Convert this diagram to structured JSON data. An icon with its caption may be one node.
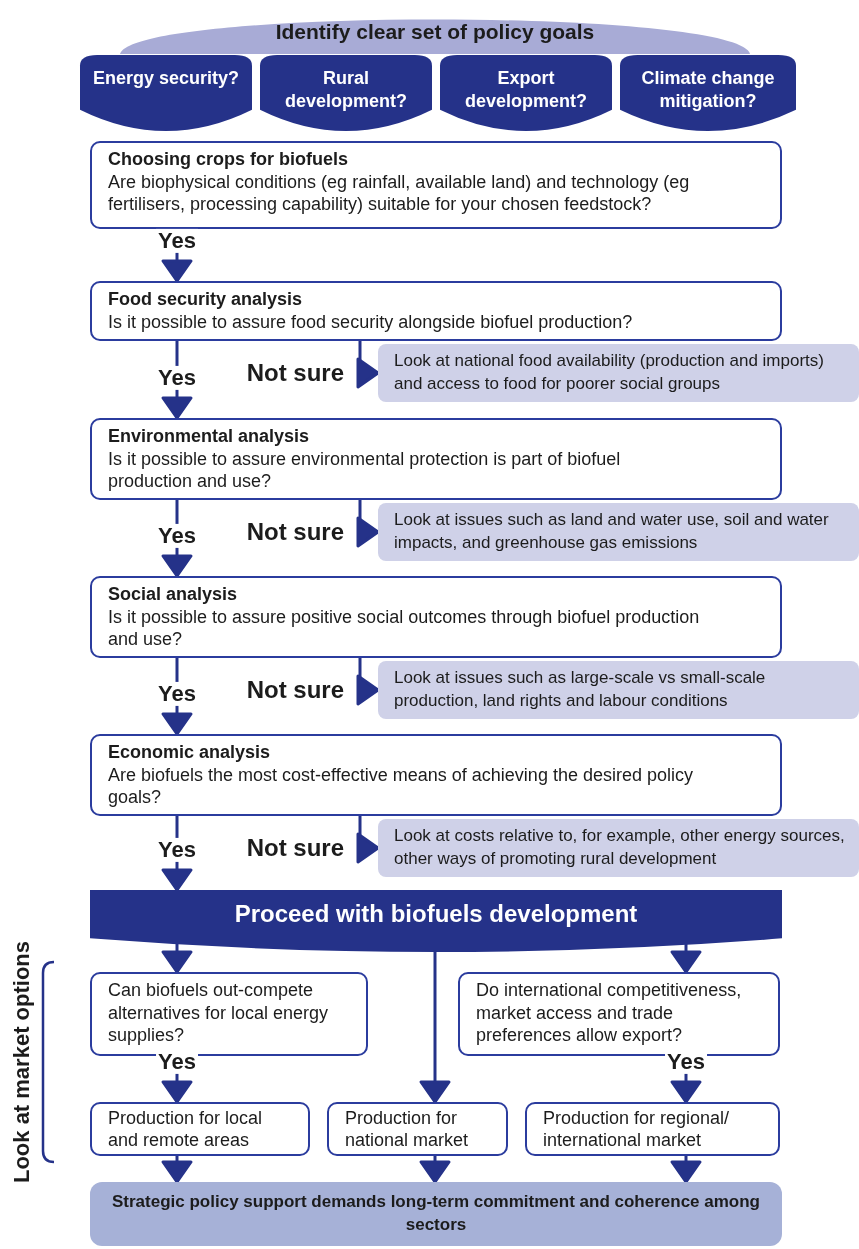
{
  "diagram": {
    "nodes": [
      {
        "text": [
          "Identify clear set of policy goals"
        ]
      },
      {
        "text": [
          "Energy security?"
        ]
      },
      {
        "text": [
          "Rural development?"
        ]
      },
      {
        "text": [
          "Export development?"
        ]
      },
      {
        "text": [
          "Climate change mitigation?"
        ]
      },
      {
        "text": [
          "Choosing crops for biofuels",
          "Are biophysical conditions (eg rainfall, available land) and technology (eg fertilisers, processing capability) suitable for your chosen feedstock?"
        ]
      },
      {
        "text": [
          "Food security analysis",
          "Is it possible to assure food security alongside biofuel production?"
        ]
      },
      {
        "text": [
          "Look at national food availability (production and imports) and access to food for poorer social groups"
        ]
      },
      {
        "text": [
          "Environmental analysis",
          "Is it possible to assure environmental protection is part of biofuel production and use?"
        ]
      },
      {
        "text": [
          "Look at issues such as land and water use, soil and water impacts, and greenhouse gas emissions"
        ]
      },
      {
        "text": [
          "Social analysis",
          "Is it possible to assure positive social outcomes through biofuel production and use?"
        ]
      },
      {
        "text": [
          "Look at issues such as large-scale vs small-scale production, land rights and labour conditions"
        ]
      },
      {
        "text": [
          "Economic analysis",
          "Are biofuels the most cost-effective means of achieving the desired policy goals?"
        ]
      },
      {
        "text": [
          "Look at costs relative to, for example, other energy sources, other ways of promoting rural development"
        ]
      },
      {
        "text": [
          "Proceed with biofuels development"
        ]
      },
      {
        "text": [
          "Can biofuels out-compete alternatives for local energy supplies?"
        ]
      },
      {
        "text": [
          "Do international competitiveness, market access and trade preferences allow export?"
        ]
      },
      {
        "text": [
          "Production for local and remote areas"
        ]
      },
      {
        "text": [
          "Production for national market"
        ]
      },
      {
        "text": [
          "Production for regional/ international market"
        ]
      },
      {
        "text": [
          "Strategic policy support demands long-term commitment and coherence among sectors"
        ]
      }
    ],
    "edges": [
      {
        "from": 5,
        "to": 6,
        "arrow": "to",
        "label": "Yes"
      },
      {
        "from": 6,
        "to": 8,
        "arrow": "to",
        "label": "Yes"
      },
      {
        "from": 6,
        "to": 7,
        "arrow": "to",
        "label": "Not sure"
      },
      {
        "from": 8,
        "to": 10,
        "arrow": "to",
        "label": "Yes"
      },
      {
        "from": 8,
        "to": 9,
        "arrow": "to",
        "label": "Not sure"
      },
      {
        "from": 10,
        "to": 12,
        "arrow": "to",
        "label": "Yes"
      },
      {
        "from": 10,
        "to": 11,
        "arrow": "to",
        "label": "Not sure"
      },
      {
        "from": 12,
        "to": 14,
        "arrow": "to",
        "label": "Yes"
      },
      {
        "from": 12,
        "to": 13,
        "arrow": "to",
        "label": "Not sure"
      },
      {
        "from": 14,
        "to": 15,
        "arrow": "to"
      },
      {
        "from": 14,
        "to": 18,
        "arrow": "to"
      },
      {
        "from": 14,
        "to": 16,
        "arrow": "to"
      },
      {
        "from": 15,
        "to": 17,
        "arrow": "to",
        "label": "Yes"
      },
      {
        "from": 16,
        "to": 19,
        "arrow": "to",
        "label": "Yes"
      },
      {
        "from": 17,
        "to": 20,
        "arrow": "to"
      },
      {
        "from": 18,
        "to": 20,
        "arrow": "to"
      },
      {
        "from": 19,
        "to": 20,
        "arrow": "to"
      }
    ],
    "labels": [
      "Look at market options"
    ]
  }
}
